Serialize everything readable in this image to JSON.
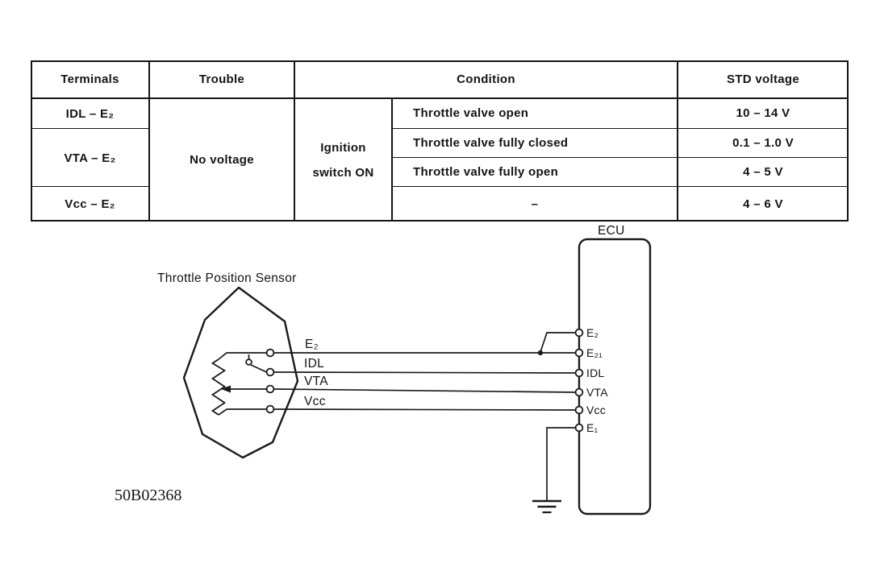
{
  "table": {
    "headers": {
      "terminals": "Terminals",
      "trouble": "Trouble",
      "condition": "Condition",
      "std_voltage": "STD voltage"
    },
    "terminals": [
      "IDL – E₂",
      "VTA – E₂",
      "Vcc – E₂"
    ],
    "trouble": "No voltage",
    "ignition_line1": "Ignition",
    "ignition_line2": "switch ON",
    "conditions": [
      "Throttle valve open",
      "Throttle valve fully closed",
      "Throttle valve fully open",
      "–"
    ],
    "voltages": [
      "10 – 14 V",
      "0.1 – 1.0 V",
      "4 – 5 V",
      "4 – 6 V"
    ]
  },
  "diagram": {
    "sensor_label": "Throttle Position Sensor",
    "ecu_label": "ECU",
    "wire_labels": {
      "e2": "E₂",
      "idl": "IDL",
      "vta": "VTA",
      "vcc": "Vcc"
    },
    "ecu_pins": {
      "e2": "E₂",
      "e21": "E₂₁",
      "idl": "IDL",
      "vta": "VTA",
      "vcc": "Vcc",
      "e1": "E₁"
    },
    "figure_number": "50B02368"
  }
}
